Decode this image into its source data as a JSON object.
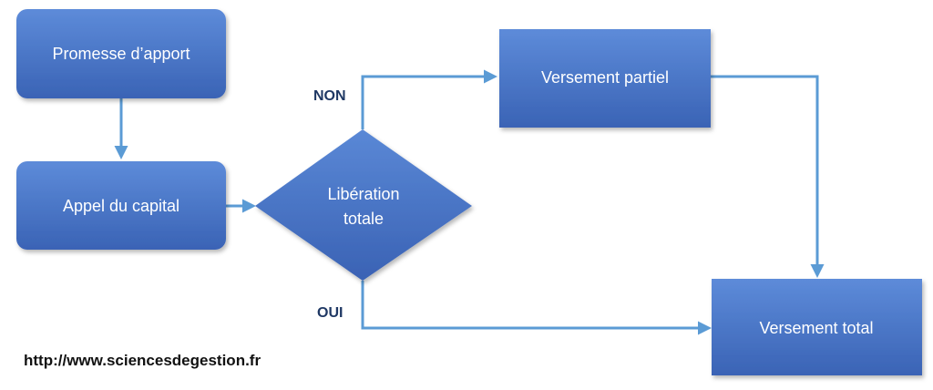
{
  "diagram": {
    "nodes": {
      "promesse": {
        "label": "Promesse d’apport"
      },
      "appel": {
        "label": "Appel du capital"
      },
      "decision": {
        "line1": "Libération",
        "line2": "totale"
      },
      "partiel": {
        "label": "Versement partiel"
      },
      "total": {
        "label": "Versement total"
      }
    },
    "branches": {
      "non": "NON",
      "oui": "OUI"
    },
    "footer": {
      "url": "http://www.sciencesdegestion.fr"
    },
    "colors": {
      "box_top": "#5b8ad8",
      "box_bottom": "#3a64b6",
      "arrow": "#5b9bd5",
      "text": "#ffffff"
    }
  }
}
